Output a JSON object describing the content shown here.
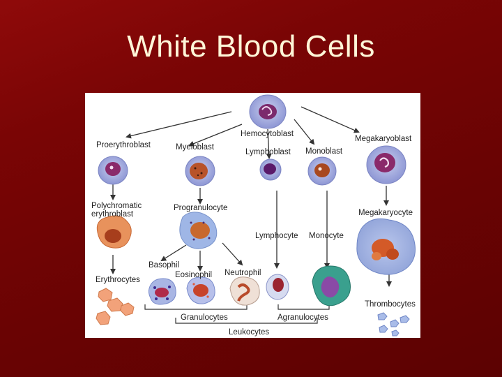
{
  "slide": {
    "title": "White Blood Cells"
  },
  "diagram": {
    "labels": {
      "hemocytoblast": "Hemocytoblast",
      "proerythroblast": "Proerythroblast",
      "myeloblast": "Myeloblast",
      "lymphoblast": "Lymphoblast",
      "monoblast": "Monoblast",
      "megakaryoblast": "Megakaryoblast",
      "polychromatic_1": "Polychromatic",
      "polychromatic_2": "erythroblast",
      "progranulocyte": "Progranulocyte",
      "megakaryocyte": "Megakaryocyte",
      "lymphocyte": "Lymphocyte",
      "monocyte": "Monocyte",
      "basophil": "Basophil",
      "eosinophil": "Eosinophil",
      "neutrophil": "Neutrophil",
      "erythrocytes": "Erythrocytes",
      "thrombocytes": "Thrombocytes",
      "granulocytes": "Granulocytes",
      "agranulocytes": "Agranulocytes",
      "leukocytes": "Leukocytes"
    }
  }
}
